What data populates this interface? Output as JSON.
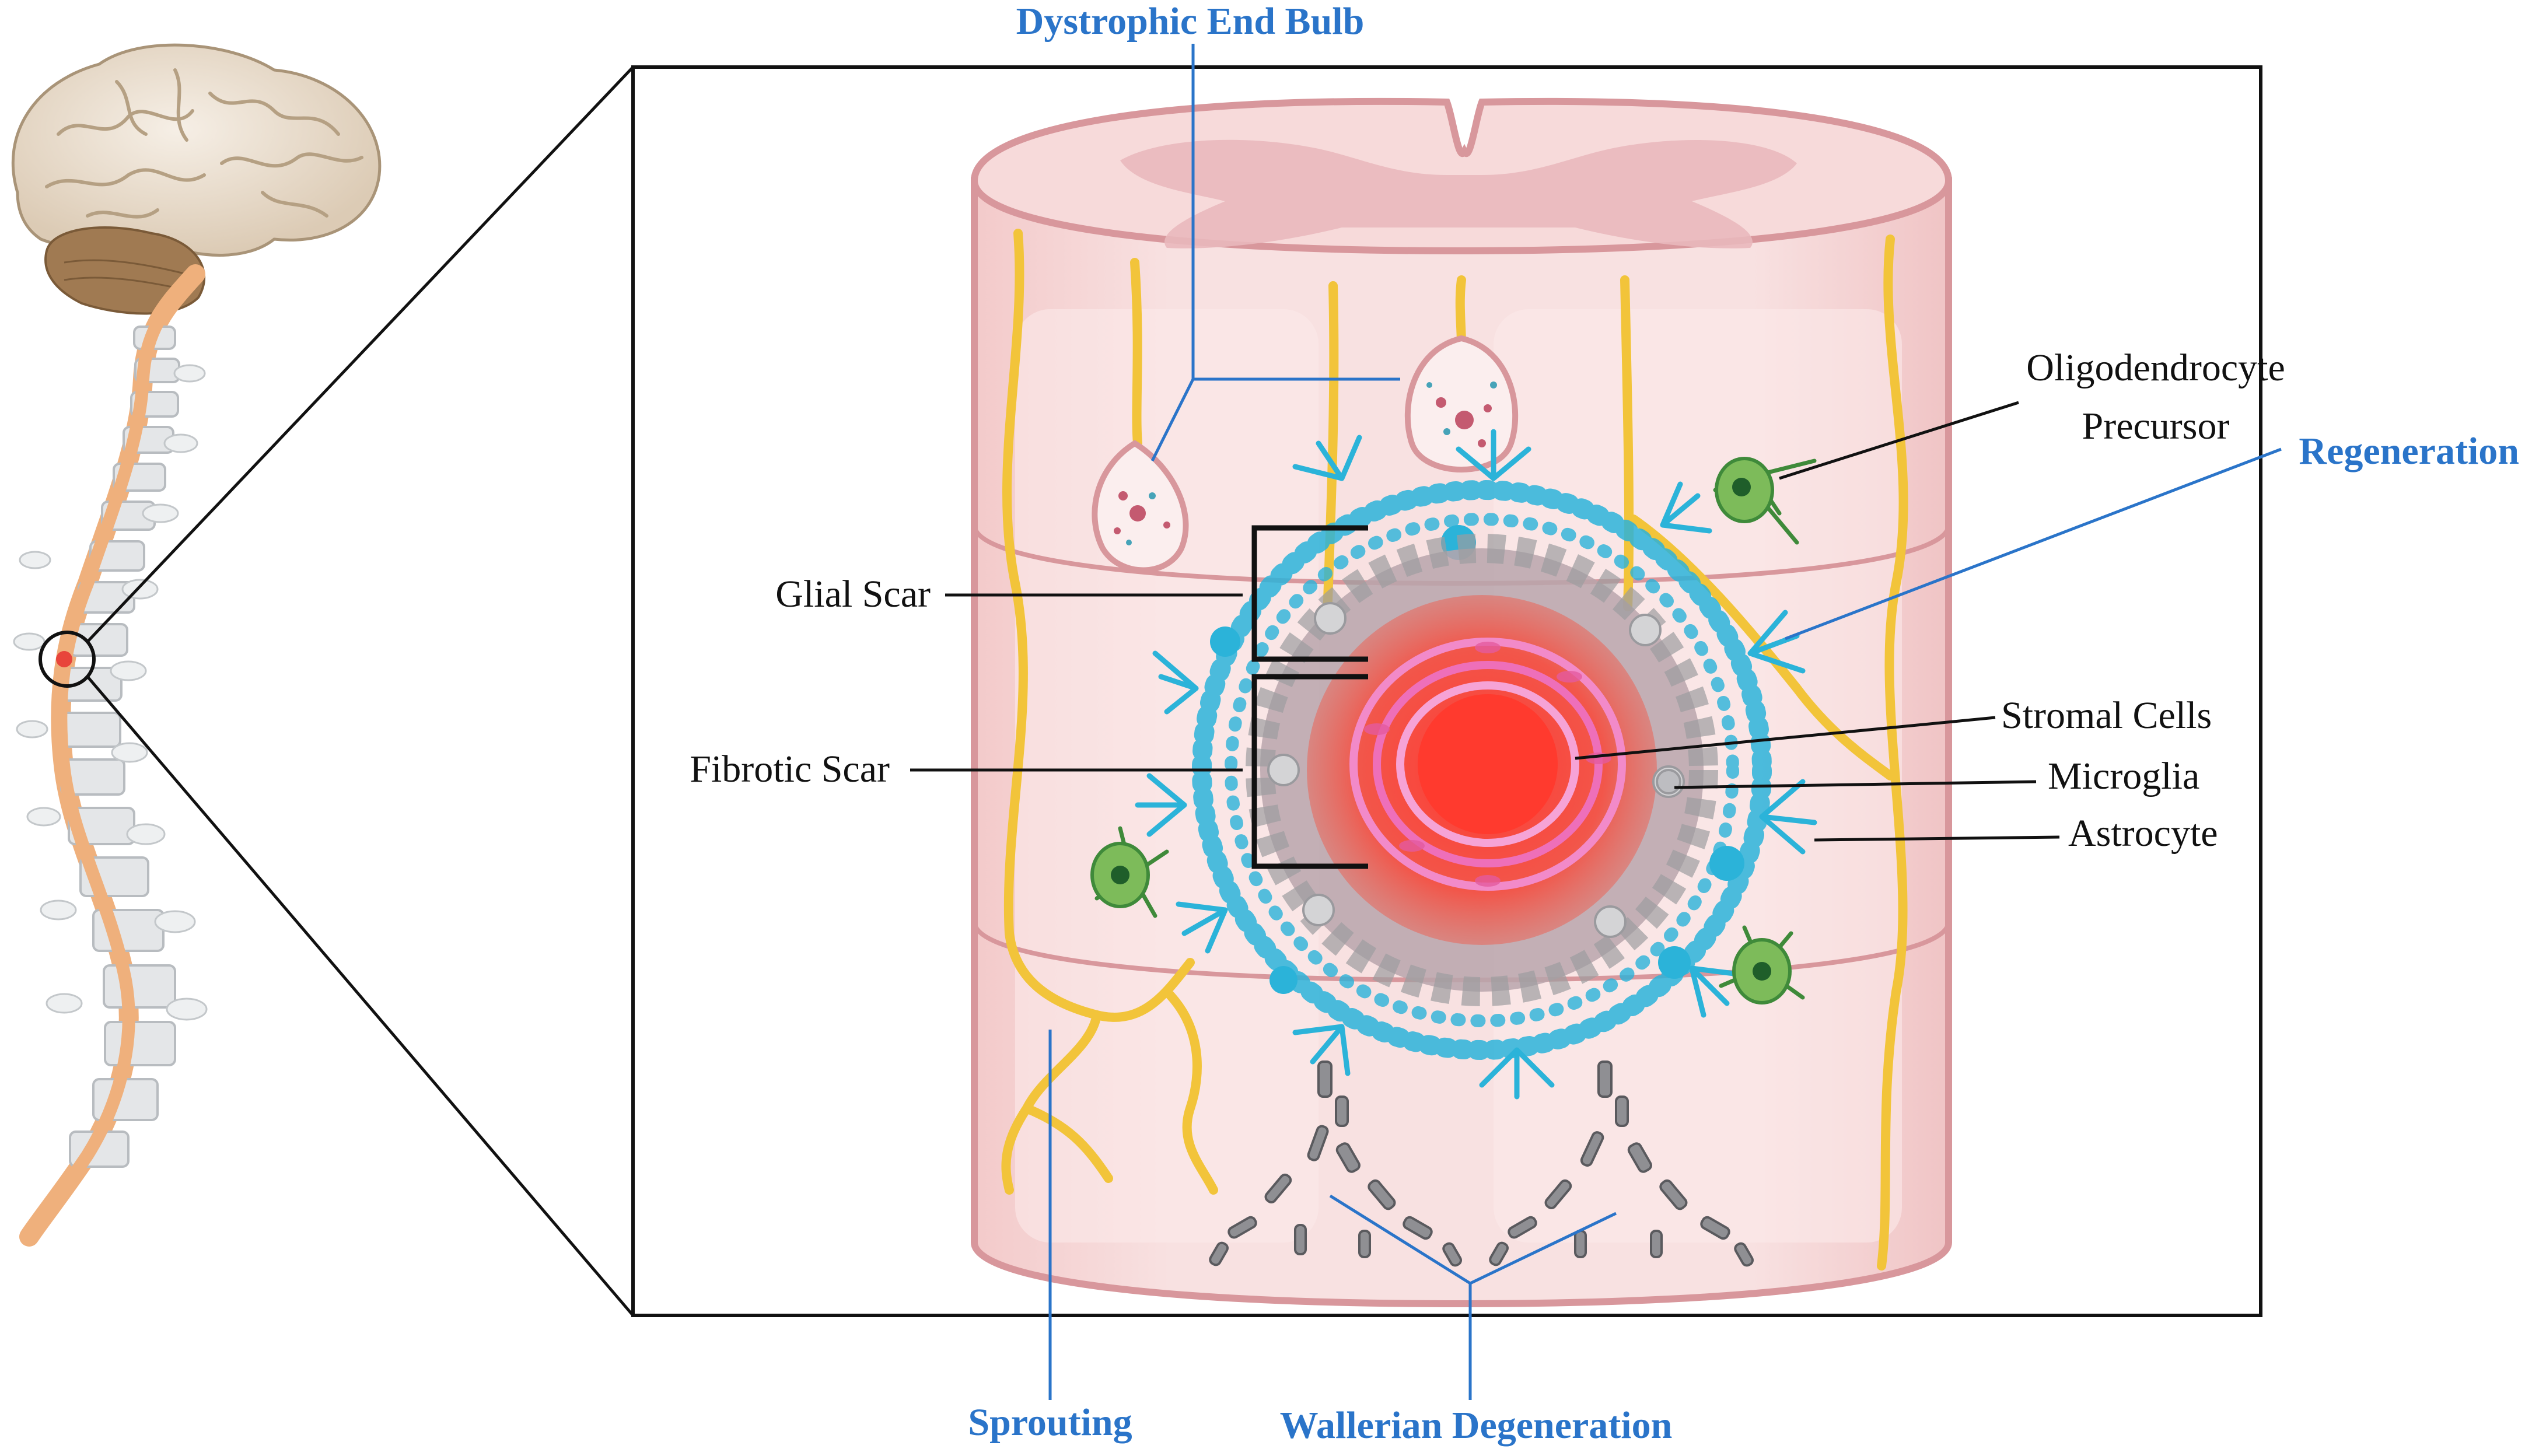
{
  "figure": {
    "colors": {
      "label_blue": "#2a74c9",
      "label_black": "#111111",
      "cord_fill": "#f7dcdc",
      "cord_edge": "#d8979c",
      "axon": "#f2c43a",
      "astrocyte": "#2bb3d9",
      "fibrotic_core": "#f05248",
      "stromal": "#f28ac9",
      "opc": "#7dbb5a",
      "spine": "#f2b37c"
    },
    "labels": {
      "dystrophic_end_bulb": "Dystrophic End Bulb",
      "oligodendrocyte_line1": "Oligodendrocyte",
      "oligodendrocyte_line2": "Precursor",
      "regeneration": "Regeneration",
      "glial_scar": "Glial Scar",
      "fibrotic_scar": "Fibrotic Scar",
      "stromal_cells": "Stromal Cells",
      "microglia": "Microglia",
      "astrocyte": "Astrocyte",
      "sprouting": "Sprouting",
      "wallerian_degeneration": "Wallerian Degeneration"
    }
  }
}
